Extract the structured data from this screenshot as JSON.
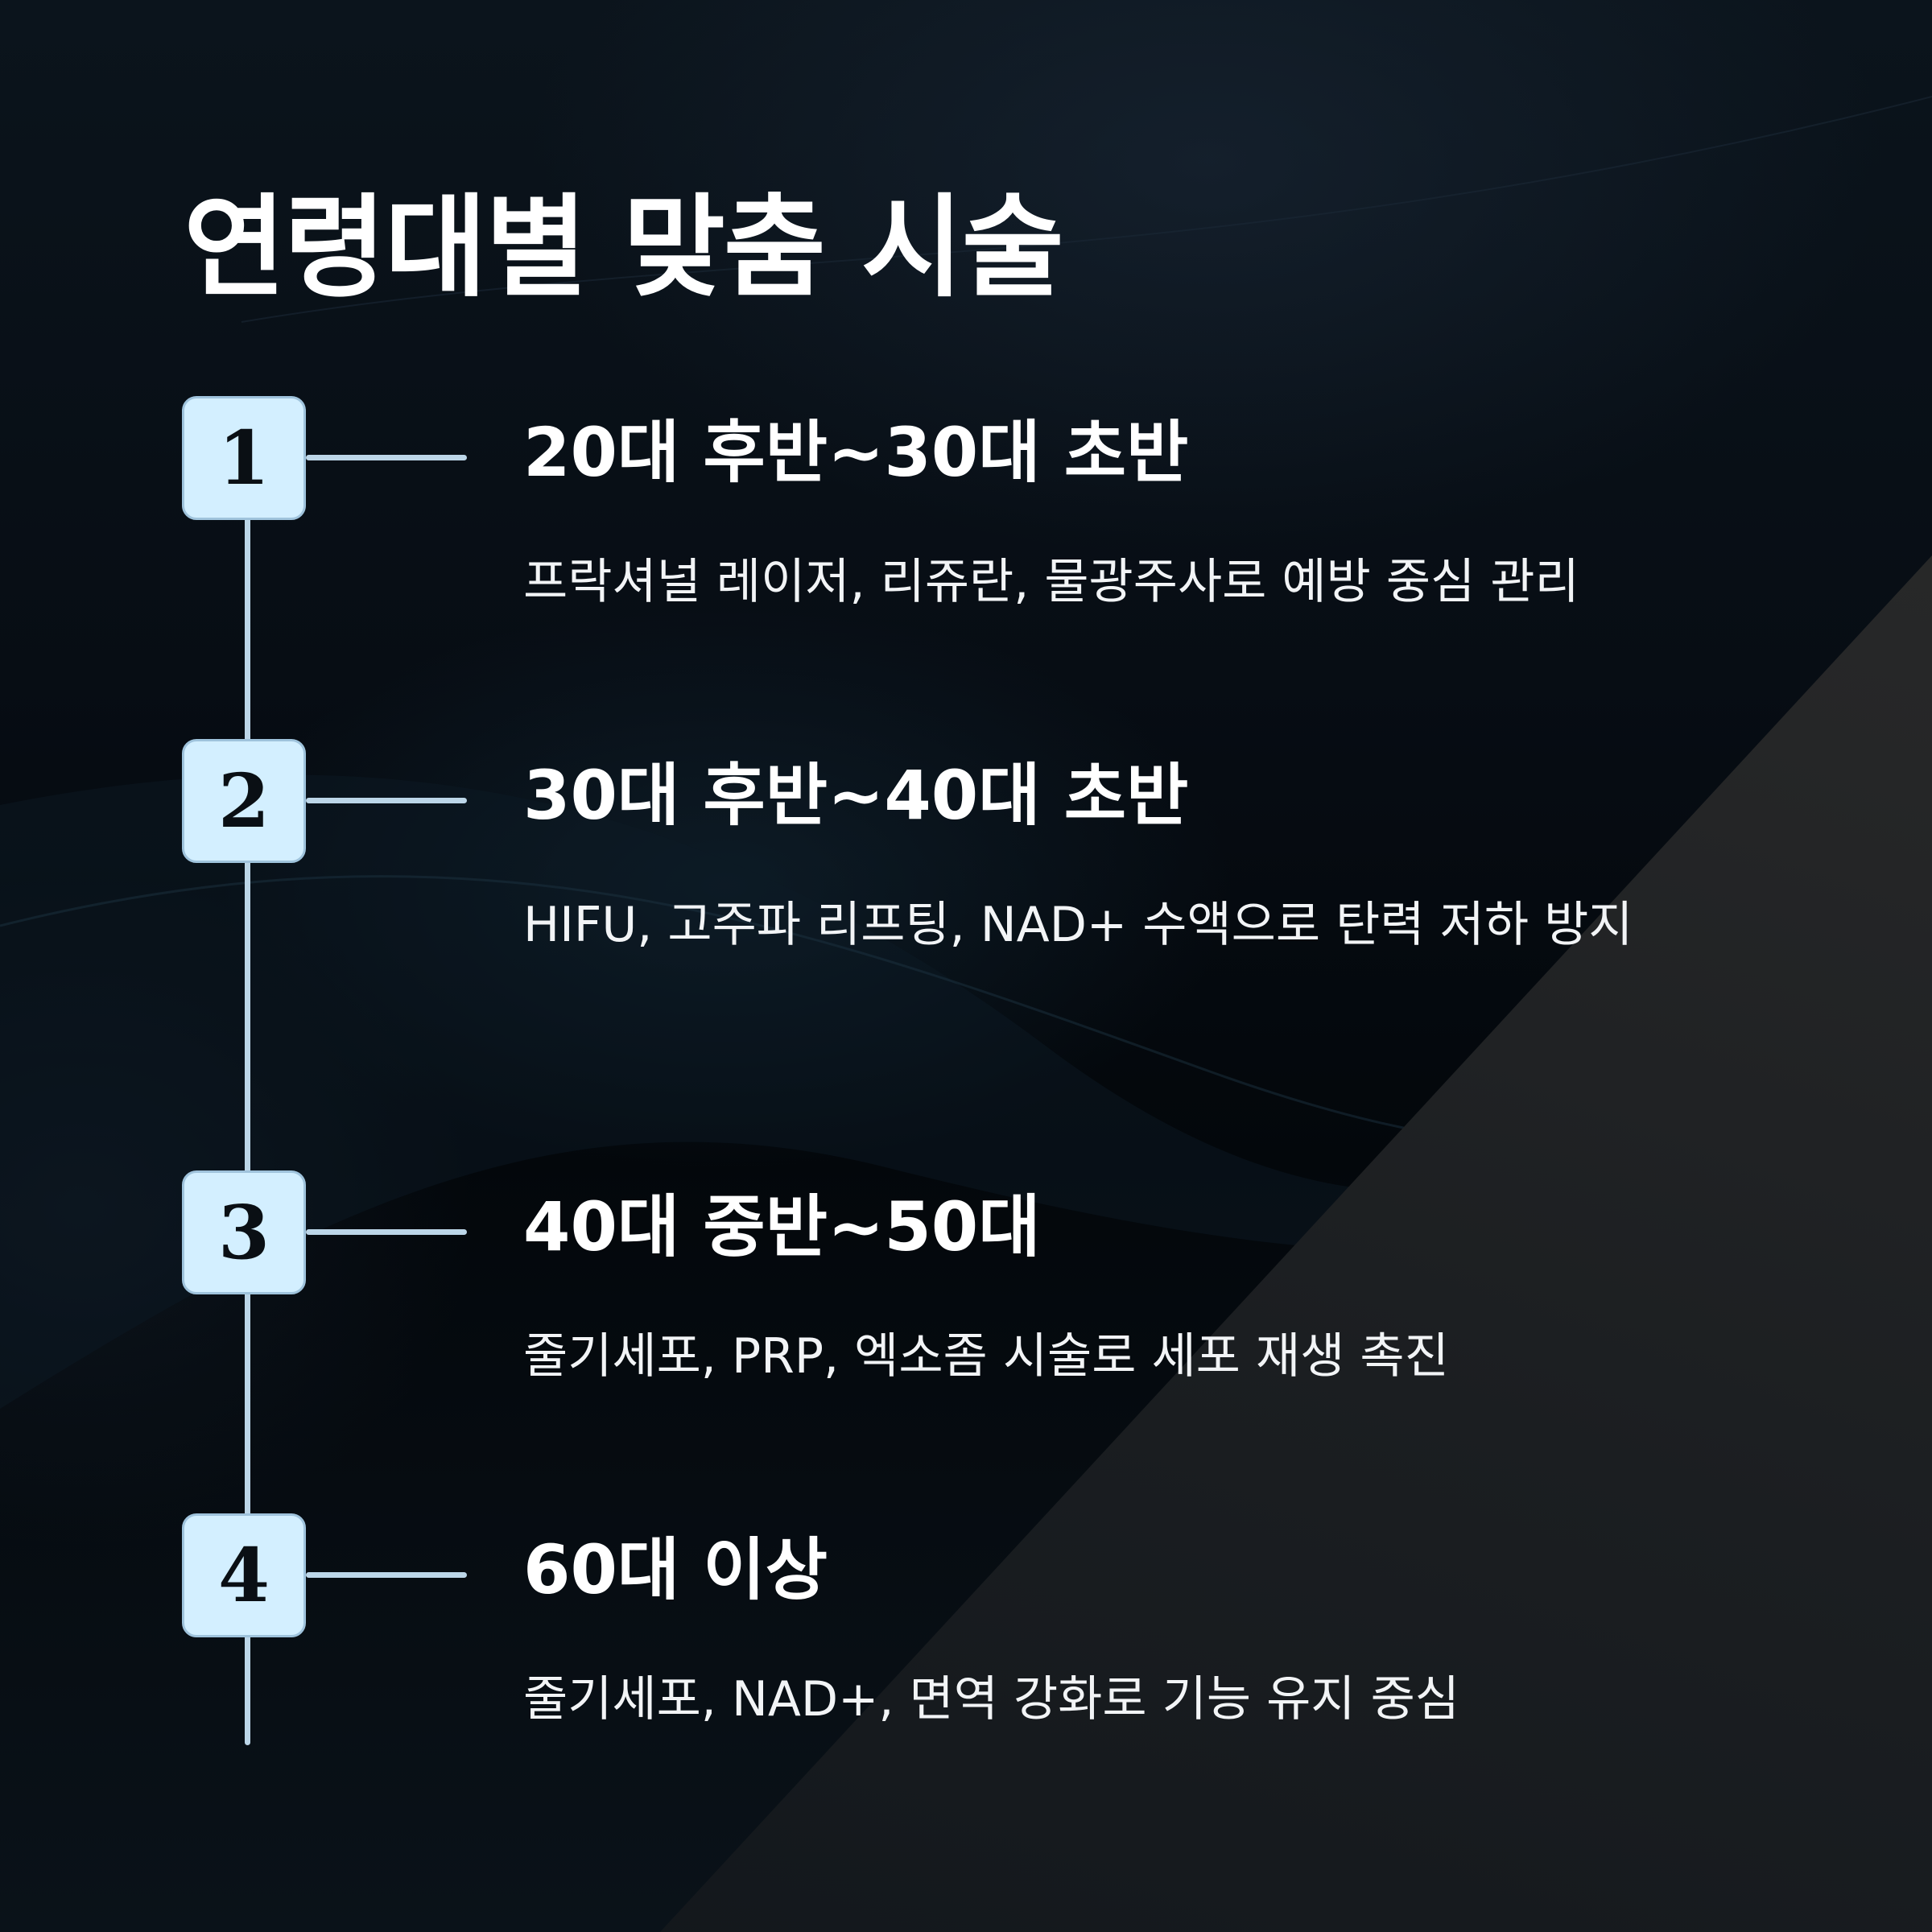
{
  "page": {
    "title": "연령대별 맞춤 시술"
  },
  "colors": {
    "background": "#050a10",
    "diagonal_panel": "#2c2c2c",
    "badge_fill": "#d3efff",
    "timeline": "#bcd6e8",
    "text": "#ffffff"
  },
  "stages": [
    {
      "number": "1",
      "title": "20대 후반~30대 초반",
      "description": "프락셔널 레이저, 리쥬란, 물광주사로 예방 중심 관리"
    },
    {
      "number": "2",
      "title": "30대 후반~40대 초반",
      "description": "HIFU, 고주파 리프팅, NAD+ 수액으로 탄력 저하 방지"
    },
    {
      "number": "3",
      "title": "40대 중반~50대",
      "description": "줄기세포, PRP, 엑소좀 시술로 세포 재생 촉진"
    },
    {
      "number": "4",
      "title": "60대 이상",
      "description": "줄기세포, NAD+, 면역 강화로 기능 유지 중심"
    }
  ]
}
